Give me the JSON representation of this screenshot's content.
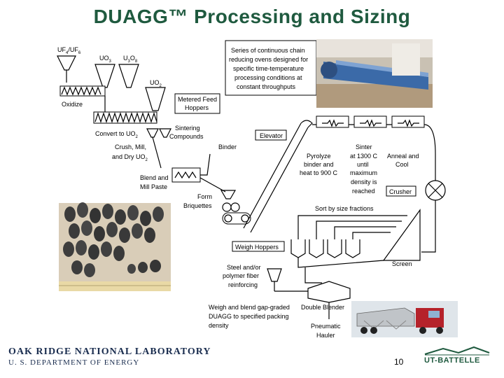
{
  "title": "DUAGG™ Processing and Sizing",
  "labels": {
    "uf": "UF",
    "uf_sub1": "4",
    "uf_slash": "/UF",
    "uf_sub2": "6",
    "uo3": "UO",
    "uo3_sub": "3",
    "u3o8_u": "U",
    "u3o8_3": "3",
    "u3o8_o": "O",
    "u3o8_8": "8",
    "uo2": "UO",
    "uo2_sub": "2",
    "oxidize": "Oxidize",
    "convert": "Convert to UO",
    "convert_sub": "2",
    "crush1": "Crush, Mill,",
    "crush2": "and Dry UO",
    "crush2_sub": "2",
    "metered1": "Metered Feed",
    "metered2": "Hoppers",
    "sinter_c1": "Sintering",
    "sinter_c2": "Compounds",
    "binder": "Binder",
    "elevator": "Elevator",
    "blend1": "Blend and",
    "blend2": "Mill Paste",
    "form1": "Form",
    "form2": "Briquettes",
    "pyro1": "Pyrolyze",
    "pyro2": "binder and",
    "pyro3": "heat to 900 C",
    "sinter1": "Sinter",
    "sinter2": "at 1300 C",
    "sinter3": "until",
    "sinter4": "maximum",
    "sinter5": "density is",
    "sinter6": "reached",
    "anneal1": "Anneal and",
    "anneal2": "Cool",
    "crusher": "Crusher",
    "sort": "Sort by size fractions",
    "weigh_hoppers": "Weigh Hoppers",
    "screen": "Screen",
    "steel1": "Steel and/or",
    "steel2": "polymer fiber",
    "steel3": "reinforcing",
    "weigh1": "Weigh and blend gap-graded",
    "weigh2": "DUAGG to specified packing",
    "weigh3": "density",
    "double_blender": "Double Blender",
    "pneumatic1": "Pneumatic",
    "pneumatic2": "Hauler",
    "ovens1": "Series of continuous chain",
    "ovens2": "reducing ovens designed for",
    "ovens3": "specific time-temperature",
    "ovens4": "processing conditions at",
    "ovens5": "constant throughputs"
  },
  "footer": {
    "org": "OAK RIDGE NATIONAL LABORATORY",
    "dept": "U. S. DEPARTMENT OF ENERGY",
    "page": "10",
    "logo": "UT-BATTELLE"
  },
  "colors": {
    "title": "#1f5a3f",
    "footer": "#1a2d4f"
  }
}
